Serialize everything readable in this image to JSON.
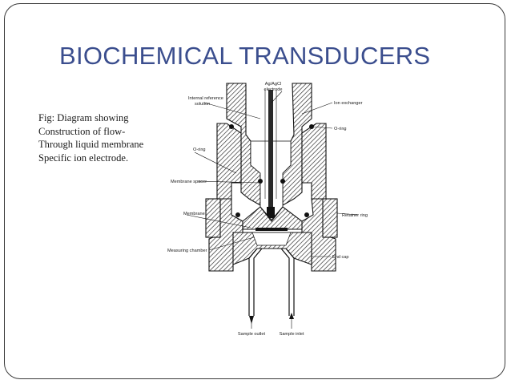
{
  "slide": {
    "title": "BIOCHEMICAL TRANSDUCERS",
    "caption_lines": [
      "Fig: Diagram showing",
      "Construction of flow-",
      "Through liquid membrane",
      "Specific ion electrode."
    ]
  },
  "diagram": {
    "labels": {
      "ag_agcl_1": "Ag/AgCl",
      "ag_agcl_2": "electrode",
      "internal_ref_1": "Internal reference",
      "internal_ref_2": "solution",
      "ion_exchanger": "Ion exchanger",
      "o_ring_right": "O-ring",
      "o_ring_left": "O-ring",
      "membrane_spacer": "Membrane spacer",
      "membrane": "Membrane",
      "retainer_ring": "Retainer ring",
      "measuring_chamber": "Measuring chamber",
      "end_cap": "End cap",
      "sample_outlet": "Sample outlet",
      "sample_inlet": "Sample inlet"
    }
  },
  "colors": {
    "title": "#3b4e8e",
    "frame": "#3a3a3a"
  }
}
